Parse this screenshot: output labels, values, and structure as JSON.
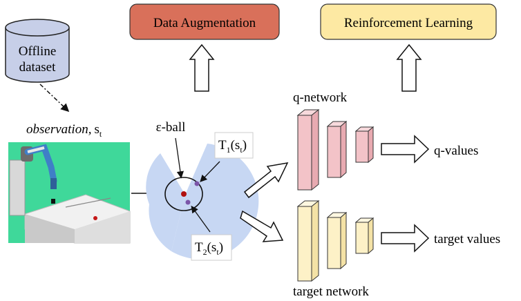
{
  "database": {
    "line1": "Offline",
    "line2": "dataset"
  },
  "top_boxes": {
    "data_augmentation": "Data Augmentation",
    "reinforcement_learning": "Reinforcement Learning"
  },
  "observation": {
    "label": "observation,",
    "state": "s",
    "state_sub": "t"
  },
  "eps_ball": {
    "label": "ε-ball"
  },
  "transforms": {
    "t1": {
      "T": "T",
      "sub": "1",
      "s": "(s",
      "s_sub": "t",
      "close": ")"
    },
    "t2": {
      "T": "T",
      "sub": "2",
      "s": "(s",
      "s_sub": "t",
      "close": ")"
    }
  },
  "networks": {
    "q_network": "q-network",
    "target_network": "target network",
    "q_values": "q-values",
    "target_values": "target values"
  },
  "colors": {
    "database_fill": "#c7cfe8",
    "data_aug_fill": "#d9705a",
    "rl_fill": "#fde9a3",
    "q_net_fill": "#f3c3c8",
    "target_net_fill": "#fdf1c7",
    "eps_region": "#c7d7f3",
    "scene_bg": "#3fd89a",
    "center_dot": "#b01010",
    "aug_dot": "#7b55a8"
  }
}
